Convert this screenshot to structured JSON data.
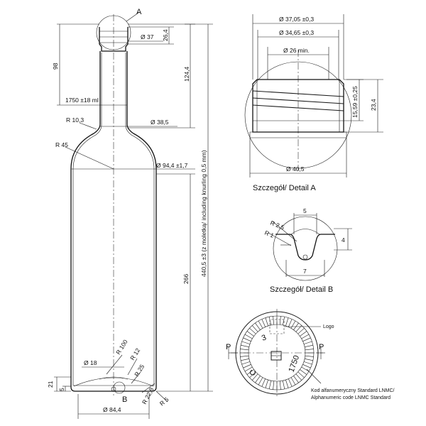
{
  "bottle": {
    "detail_a_marker": "A",
    "detail_b_marker": "B",
    "dims": {
      "finish_height": "26,4",
      "finish_diameter": "Ø 37",
      "fill_level_depth": "98",
      "capacity": "1750 ±18 ml",
      "neck_height": "124,4",
      "neck_radius": "R 10,3",
      "neck_diameter": "Ø 38,5",
      "shoulder_radius": "R 45",
      "body_diameter": "Ø 94,4 ±1,7",
      "total_height": "440,5 ±3  (z moletką/ including knurling 0,5 mm)",
      "body_height": "266",
      "heel_height": "21",
      "base_step": "5",
      "punt_diameter": "Ø 18",
      "punt_radius": "R 100",
      "heel_radius_12": "R 12",
      "heel_radius_25": "R 25",
      "base_radius_228": "R 22,8",
      "base_radius_5": "R 5",
      "base_diameter": "Ø 84,4"
    }
  },
  "detail_a": {
    "caption": "Szczegół/ Detail A",
    "dims": {
      "outer_diameter": "Ø 37,05 ±0,3",
      "thread_diameter": "Ø 34,65 ±0,3",
      "bore_min": "Ø 26 min.",
      "bead_height": "15,59 ±0,25",
      "finish_height": "23,4",
      "base_diameter": "Ø 40,5"
    }
  },
  "detail_b": {
    "caption": "Szczegół/ Detail B",
    "dims": {
      "width_top": "5",
      "radius_25": "R 2,5",
      "radius_1": "R 1",
      "depth": "4",
      "width_bottom": "7"
    }
  },
  "base_code": {
    "logo_label": "Logo",
    "code_caption_line1": "Kod alfanumeryczny Standard LNMC/",
    "code_caption_line2": "Alphanumeric code LNMC Standard",
    "left_marker": "P",
    "right_marker": "P",
    "engraved_code_text": "1750",
    "number_label": "3",
    "letter_mark": "C"
  }
}
